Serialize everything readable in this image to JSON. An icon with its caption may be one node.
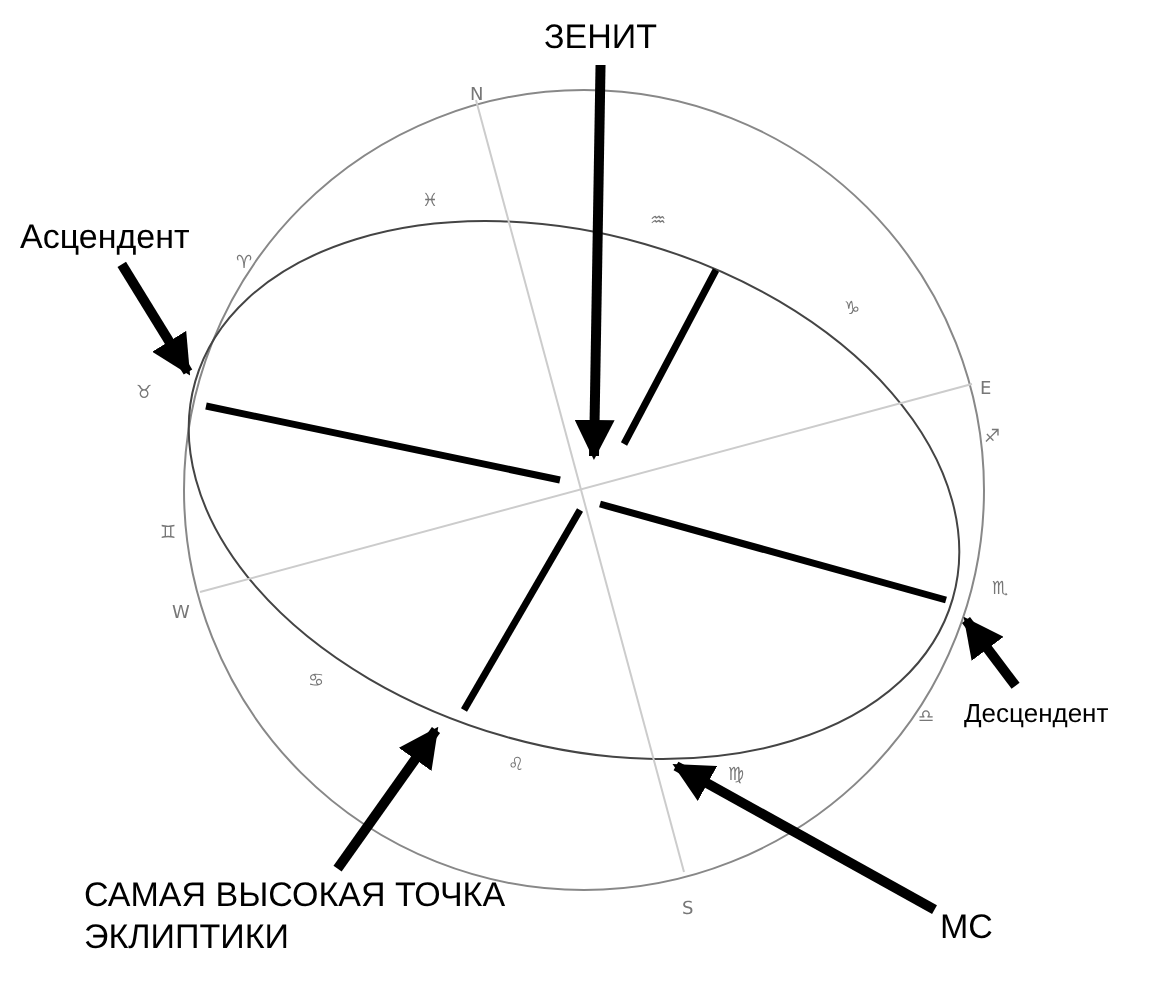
{
  "diagram": {
    "nodes": [
      {
        "text": [
          "ЗЕНИТ"
        ]
      },
      {
        "text": [
          "Асцендент"
        ]
      },
      {
        "text": [
          "Десцендент"
        ]
      },
      {
        "text": [
          "САМАЯ ВЫСОКАЯ ТОЧКА ЭКЛИПТИКИ"
        ]
      },
      {
        "text": [
          "МС"
        ]
      }
    ],
    "edges": [
      {
        "from": 0,
        "to": null,
        "arrow": "to"
      },
      {
        "from": 1,
        "to": null,
        "arrow": "to"
      },
      {
        "from": 2,
        "to": null,
        "arrow": "to"
      },
      {
        "from": 3,
        "to": null,
        "arrow": "to"
      },
      {
        "from": 4,
        "to": null,
        "arrow": "to"
      }
    ],
    "labels": [
      "N",
      "♓",
      "♒",
      "♈",
      "♑",
      "♉",
      "E",
      "♐",
      "♊",
      "♏",
      "W",
      "♋",
      "♎",
      "♌",
      "♍",
      "S"
    ]
  }
}
